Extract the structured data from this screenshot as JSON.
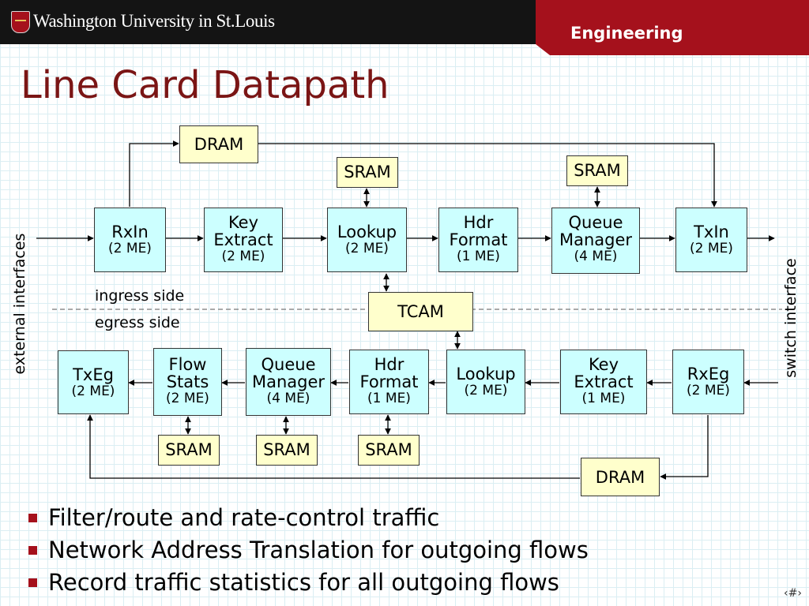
{
  "header": {
    "university": "Washington University in St.Louis",
    "school": "Engineering"
  },
  "title": "Line Card Datapath",
  "side_labels": {
    "left": "external interfaces",
    "right": "switch interface",
    "ingress": "ingress side",
    "egress": "egress side"
  },
  "memory": {
    "dram_top": "DRAM",
    "sram_lookup_top": "SRAM",
    "sram_queue_top": "SRAM",
    "tcam": "TCAM",
    "sram_flow": "SRAM",
    "sram_queue_bottom": "SRAM",
    "sram_hdr_bottom": "SRAM",
    "dram_bottom": "DRAM"
  },
  "ingress": {
    "rxin": {
      "name": "RxIn",
      "me": "(2 ME)"
    },
    "key": {
      "line1": "Key",
      "line2": "Extract",
      "me": "(2 ME)"
    },
    "lookup": {
      "name": "Lookup",
      "me": "(2 ME)"
    },
    "hdr": {
      "line1": "Hdr",
      "line2": "Format",
      "me": "(1 ME)"
    },
    "queue": {
      "line1": "Queue",
      "line2": "Manager",
      "me": "(4 ME)"
    },
    "txin": {
      "name": "TxIn",
      "me": "(2 ME)"
    }
  },
  "egress": {
    "txeg": {
      "name": "TxEg",
      "me": "(2 ME)"
    },
    "flow": {
      "line1": "Flow",
      "line2": "Stats",
      "me": "(2 ME)"
    },
    "queue": {
      "line1": "Queue",
      "line2": "Manager",
      "me": "(4 ME)"
    },
    "hdr": {
      "line1": "Hdr",
      "line2": "Format",
      "me": "(1 ME)"
    },
    "lookup": {
      "name": "Lookup",
      "me": "(2 ME)"
    },
    "key": {
      "line1": "Key",
      "line2": "Extract",
      "me": "(1 ME)"
    },
    "rxeg": {
      "name": "RxEg",
      "me": "(2 ME)"
    }
  },
  "bullets": [
    "Filter/route and rate-control traffic",
    "Network Address Translation for outgoing flows",
    "Record traffic statistics for all outgoing flows"
  ],
  "page_number": "‹#›",
  "colors": {
    "brand_red": "#a5111c",
    "title": "#7a1515",
    "engine_box": "#ccffff",
    "memory_box": "#ffffcc",
    "grid": "#dbeef3"
  }
}
